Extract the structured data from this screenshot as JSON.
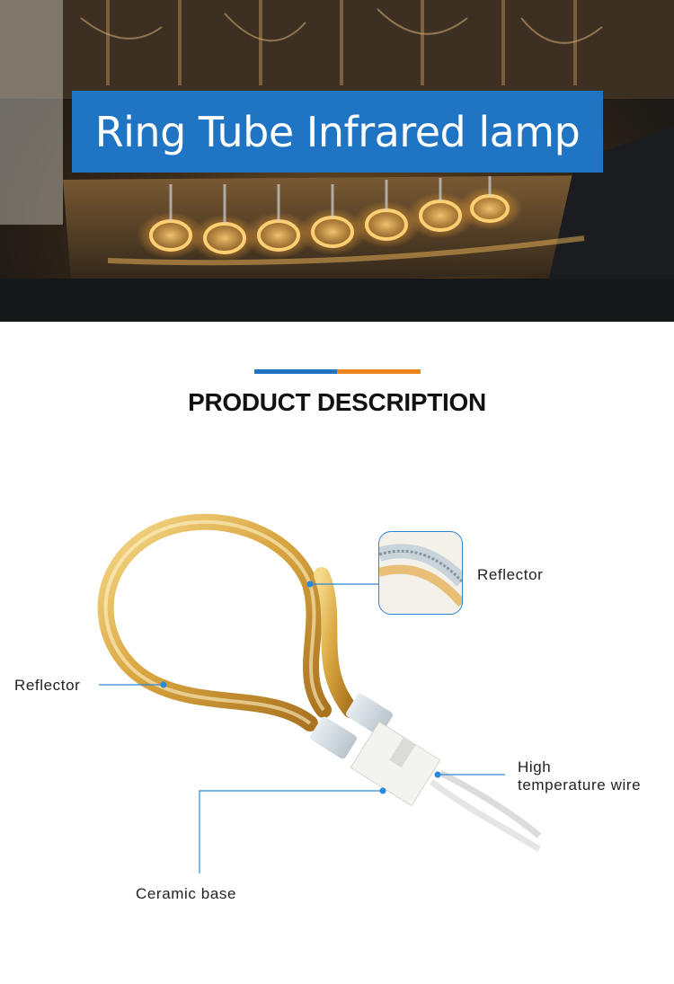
{
  "hero": {
    "title": "Ring Tube Infrared lamp"
  },
  "section": {
    "title": "PRODUCT DESCRIPTION"
  },
  "labels": {
    "reflector_right": "Reflector",
    "reflector_left": "Reflector",
    "high_temp_line1": "High",
    "high_temp_line2": "temperature wire",
    "ceramic_base": "Ceramic base"
  },
  "colors": {
    "brand_blue": "#1f74c4",
    "accent_orange": "#f0861b",
    "leader_blue": "#2a88d8",
    "lamp_gold": "#d9a640"
  }
}
